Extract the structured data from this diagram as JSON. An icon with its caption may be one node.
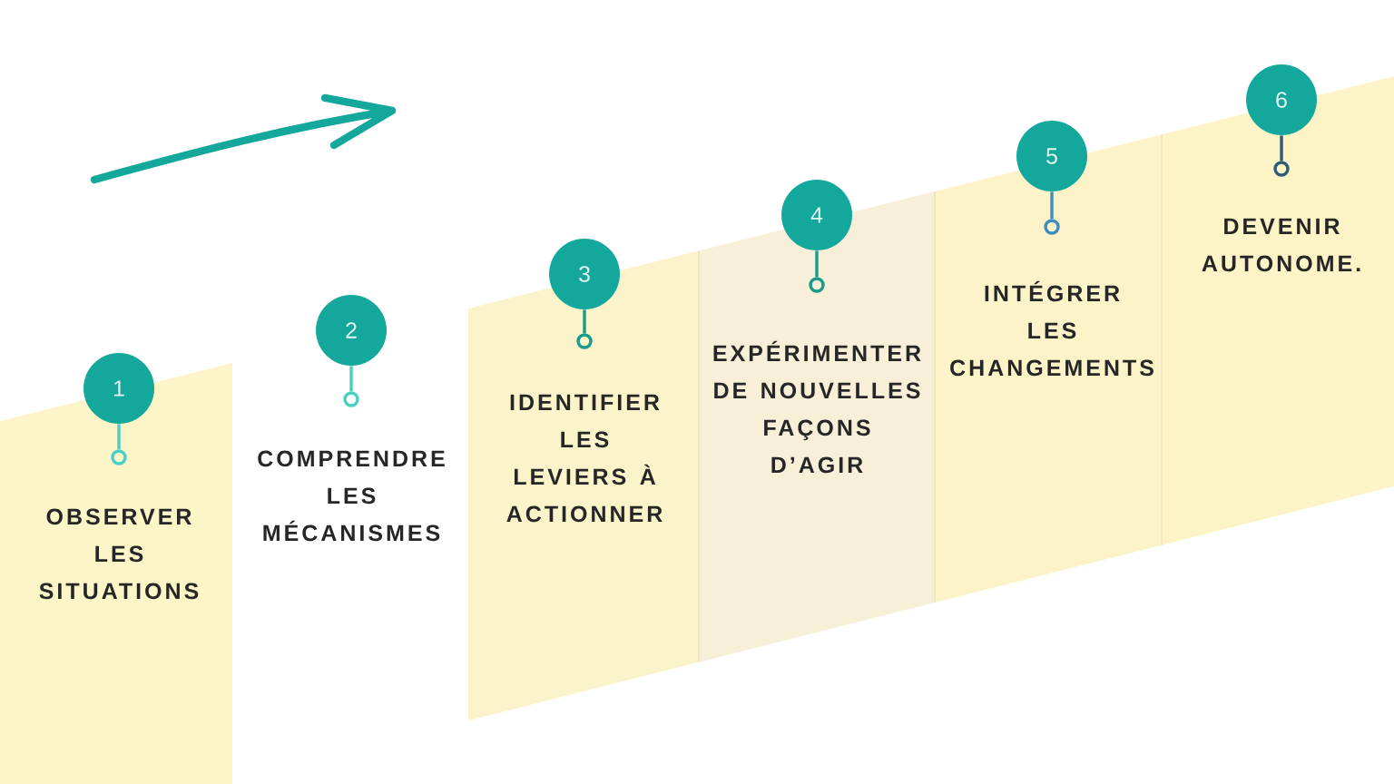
{
  "diagram": {
    "nodes": [
      {
        "text": [
          "1"
        ]
      },
      {
        "text": [
          "OBSERVER LES SITUATIONS"
        ]
      },
      {
        "text": [],
        "shape": "circle",
        "in": 1
      },
      {
        "text": [
          "2"
        ]
      },
      {
        "text": [],
        "shape": "circle"
      },
      {
        "text": [
          "3"
        ]
      },
      {
        "text": [
          "IDENTIFIER LES LEVIERS À ACTIONNER"
        ]
      },
      {
        "text": [],
        "shape": "circle",
        "in": 6
      },
      {
        "text": [
          "4"
        ]
      },
      {
        "text": [
          "EXPÉRIMENTER DE NOUVELLES FAÇONS D’AGIR"
        ]
      },
      {
        "text": [],
        "shape": "circle",
        "in": 9
      },
      {
        "text": [
          "5"
        ]
      },
      {
        "text": [
          "INTÉGRER LES CHANGEMENTS"
        ]
      },
      {
        "text": [],
        "shape": "circle",
        "in": 12
      },
      {
        "text": [
          "6"
        ]
      },
      {
        "text": [
          "DEVENIR AUTONOME."
        ]
      },
      {
        "text": [],
        "shape": "circle",
        "in": 15
      }
    ],
    "edges": [
      {
        "from": 0,
        "to": 2,
        "arrow": "none",
        "color": "#4ccfc3"
      },
      {
        "from": 3,
        "to": 4,
        "arrow": "none",
        "color": "#4ccfc3"
      },
      {
        "from": 5,
        "to": 7,
        "arrow": "none",
        "color": "#1b9a8b"
      },
      {
        "from": 8,
        "to": 10,
        "arrow": "none",
        "color": "#1b9a8b"
      },
      {
        "from": 11,
        "to": 13,
        "arrow": "none",
        "color": "#3c8ec3"
      },
      {
        "from": 14,
        "to": 16,
        "arrow": "none",
        "color": "#2c5c77"
      }
    ],
    "labels": [
      "COMPRENDRE LES MÉCANISMES"
    ]
  }
}
